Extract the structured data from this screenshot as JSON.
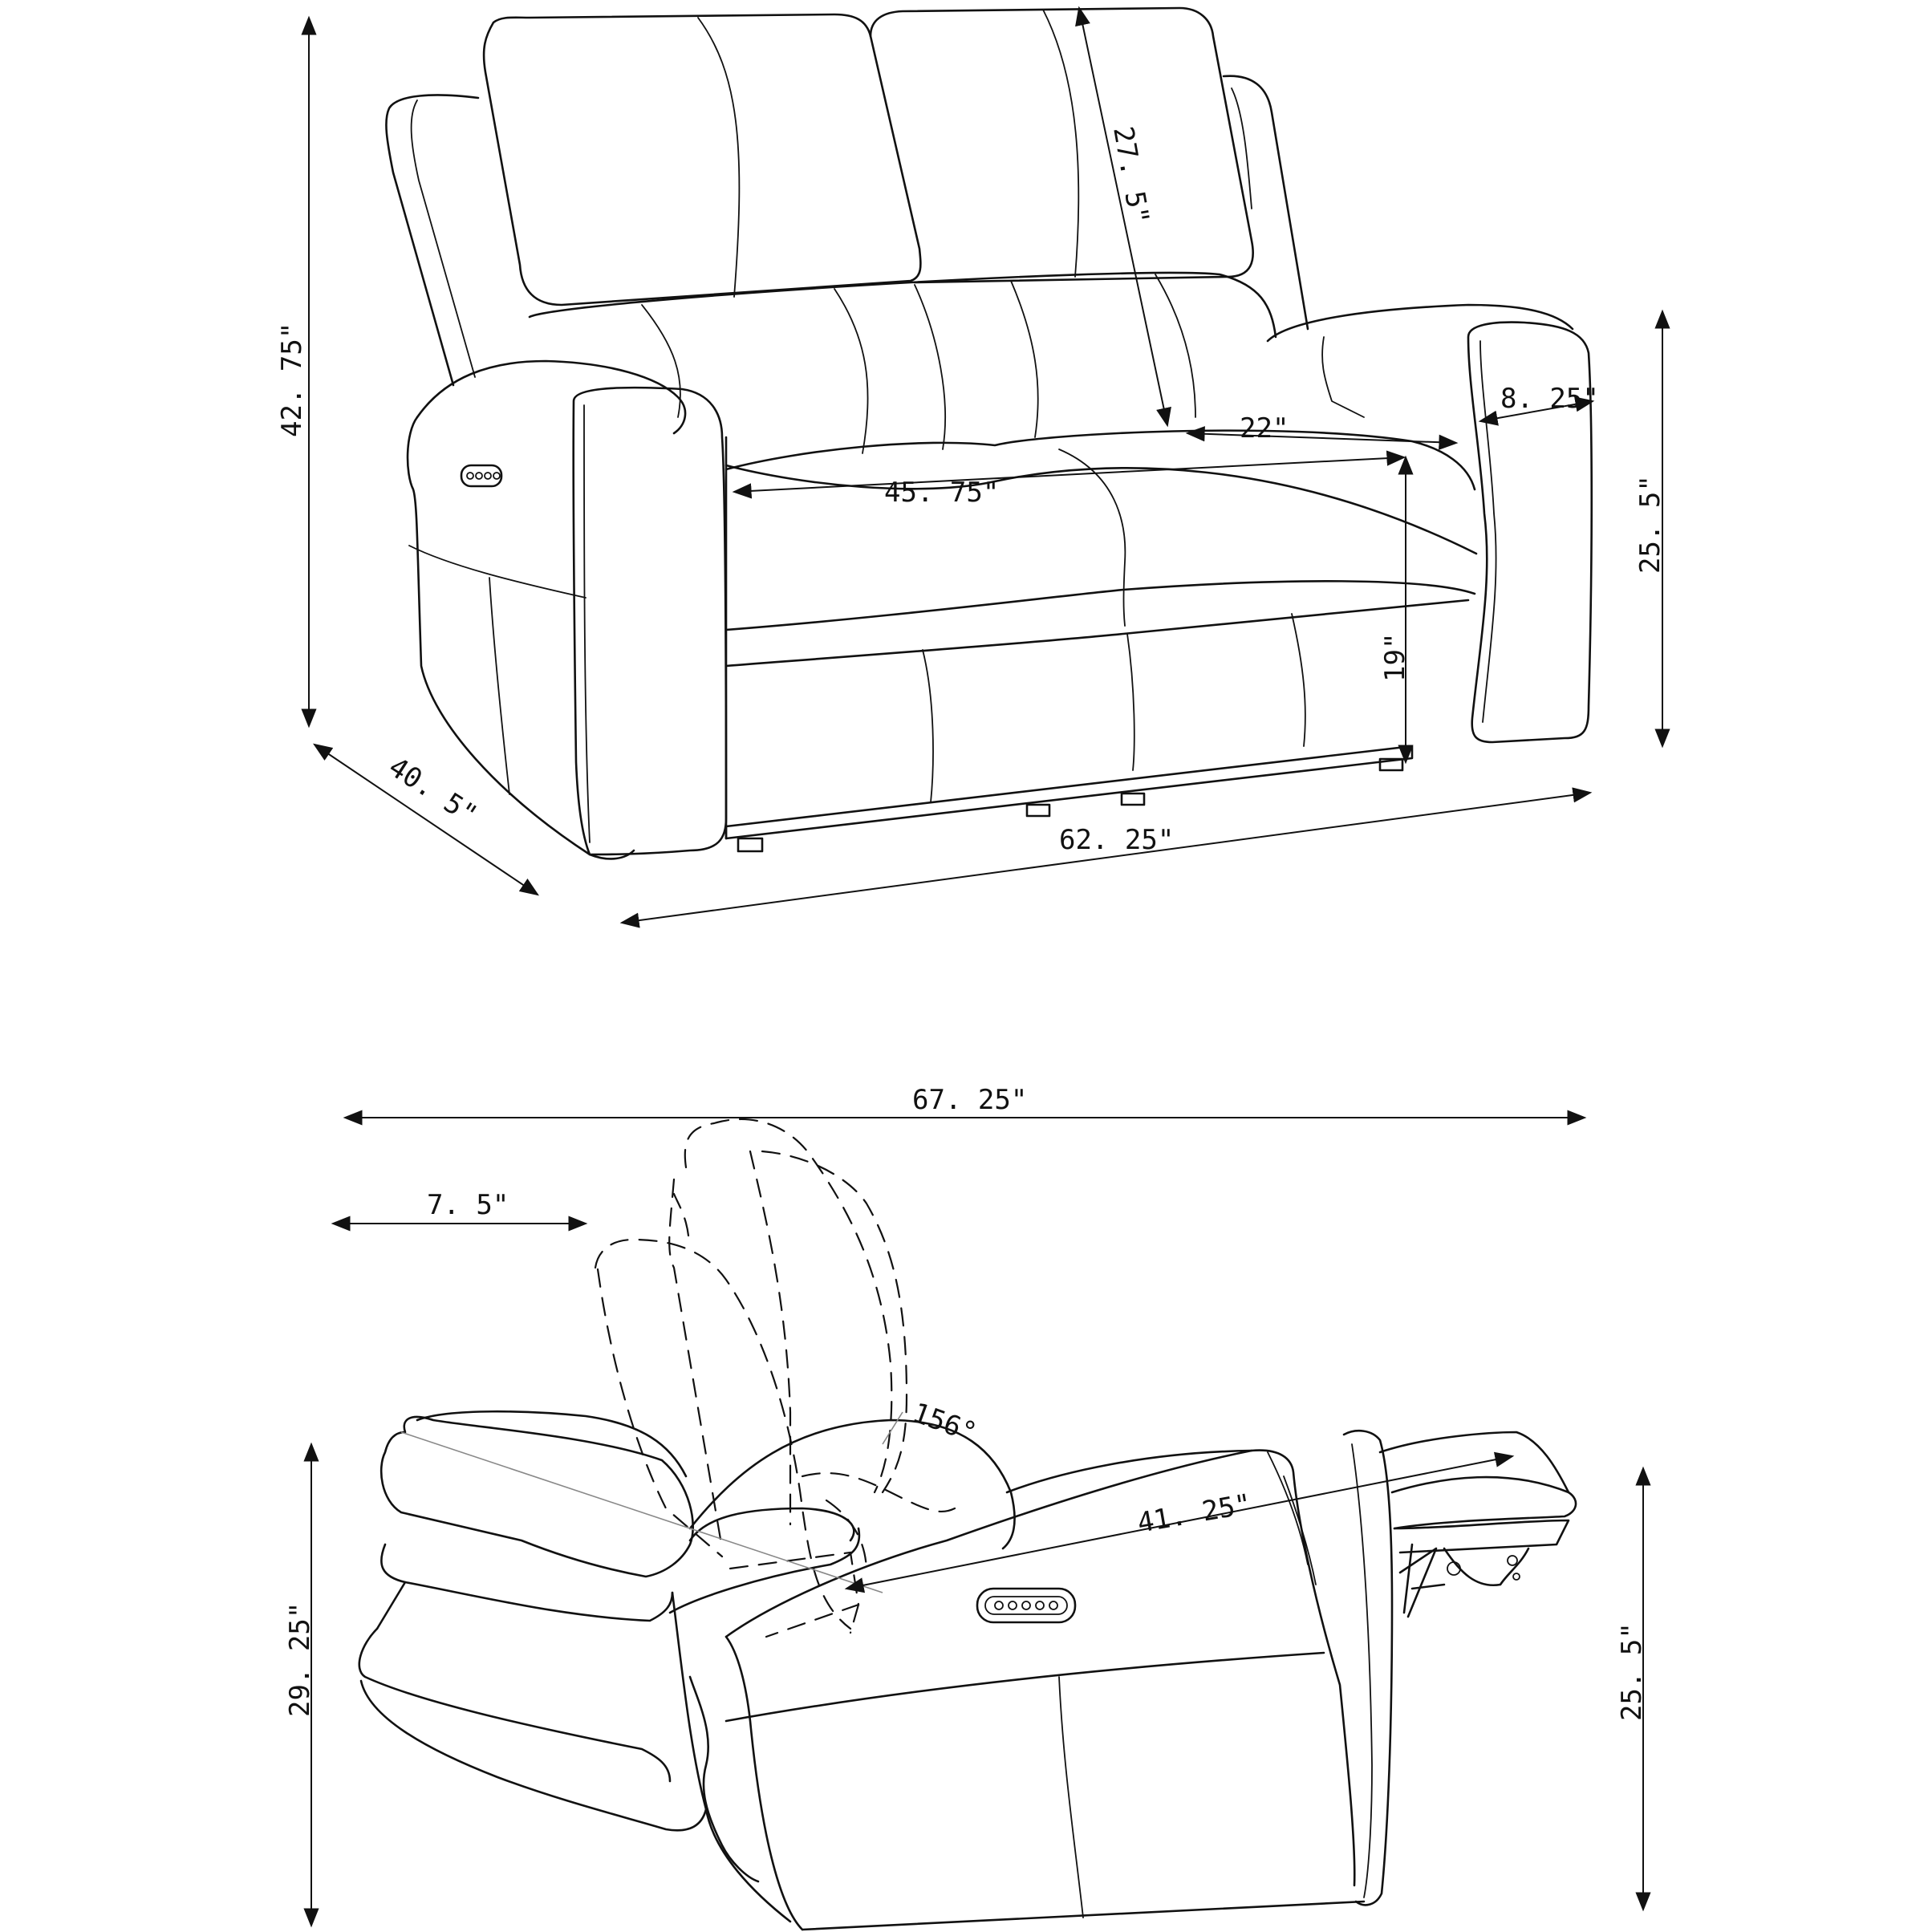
{
  "dimensions": {
    "overall_height": "42. 75\"",
    "backrest_height": "27. 5\"",
    "arm_height": "25. 5\"",
    "arm_width": "8. 25\"",
    "seat_depth": "22\"",
    "seat_width": "45. 75\"",
    "seat_height": "19\"",
    "depth": "40. 5\"",
    "overall_width": "62. 25\"",
    "reclined_length": "67. 25\"",
    "wall_clearance": "7. 5\"",
    "recline_angle": "156°",
    "reclined_seat_depth": "41. 25\"",
    "reclined_height": "29. 25\"",
    "side_arm_height": "25. 5\""
  }
}
